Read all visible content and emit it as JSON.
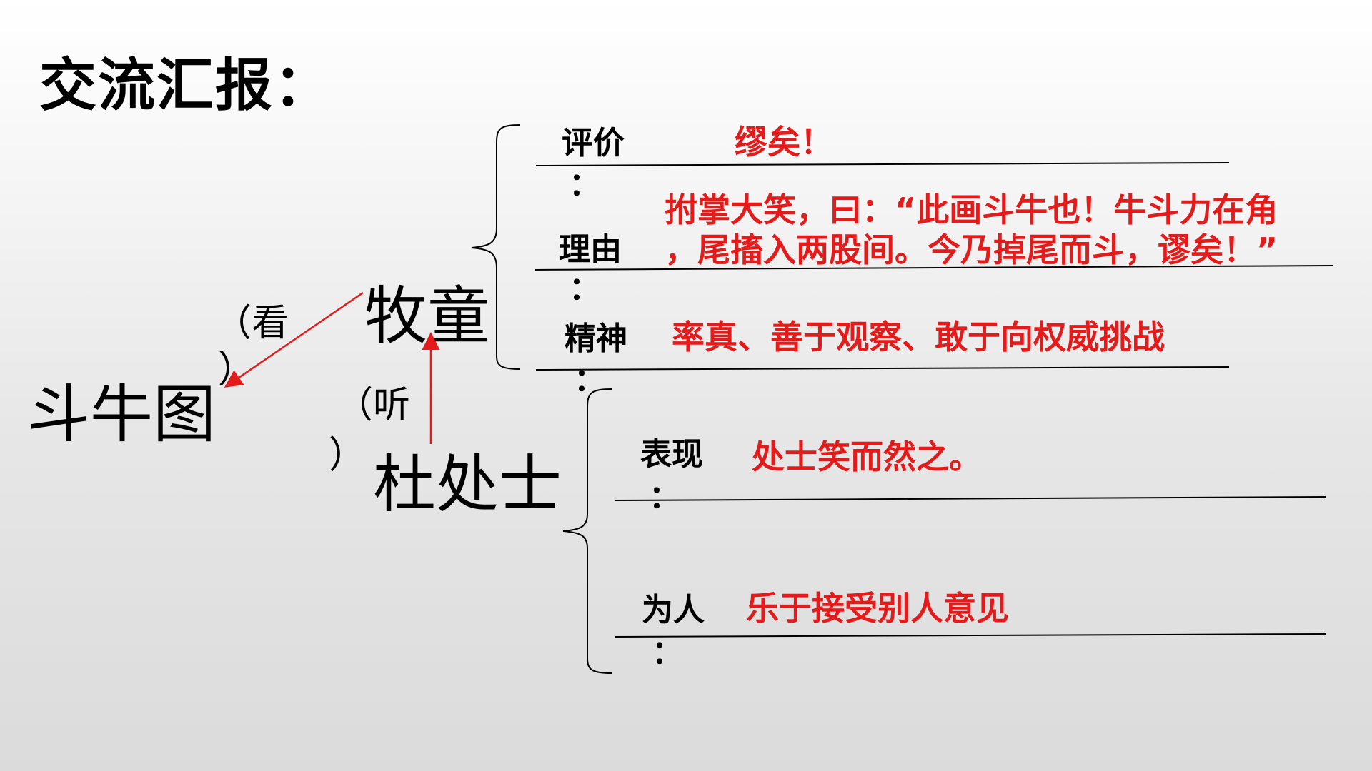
{
  "title": "交流汇报：",
  "nodes": {
    "painting": "斗牛图",
    "herdboy": "牧童",
    "scholar": "杜处士",
    "look_open": "（看",
    "look_close": "）",
    "listen_open": "（听",
    "listen_close": "）"
  },
  "herdboy_section": {
    "rows": [
      {
        "label": "评价",
        "colon": "：",
        "answer_lines": [
          "缪矣！"
        ]
      },
      {
        "label": "理由",
        "colon": "：",
        "answer_lines": [
          "拊掌大笑，曰：“此画斗牛也！牛斗力在角",
          "，尾搐入两股间。今乃掉尾而斗，谬矣！”"
        ]
      },
      {
        "label": "精神",
        "colon": "：",
        "answer_lines": [
          "率真、善于观察、敢于向权威挑战"
        ]
      }
    ]
  },
  "scholar_section": {
    "rows": [
      {
        "label": "表现",
        "colon": "：",
        "answer_lines": [
          "处士笑而然之。"
        ]
      },
      {
        "label": "为人",
        "colon": "：",
        "answer_lines": [
          "乐于接受别人意见"
        ]
      }
    ]
  },
  "colors": {
    "answer": "#e31b1b",
    "arrow": "#e31b1b",
    "text": "#000000"
  }
}
